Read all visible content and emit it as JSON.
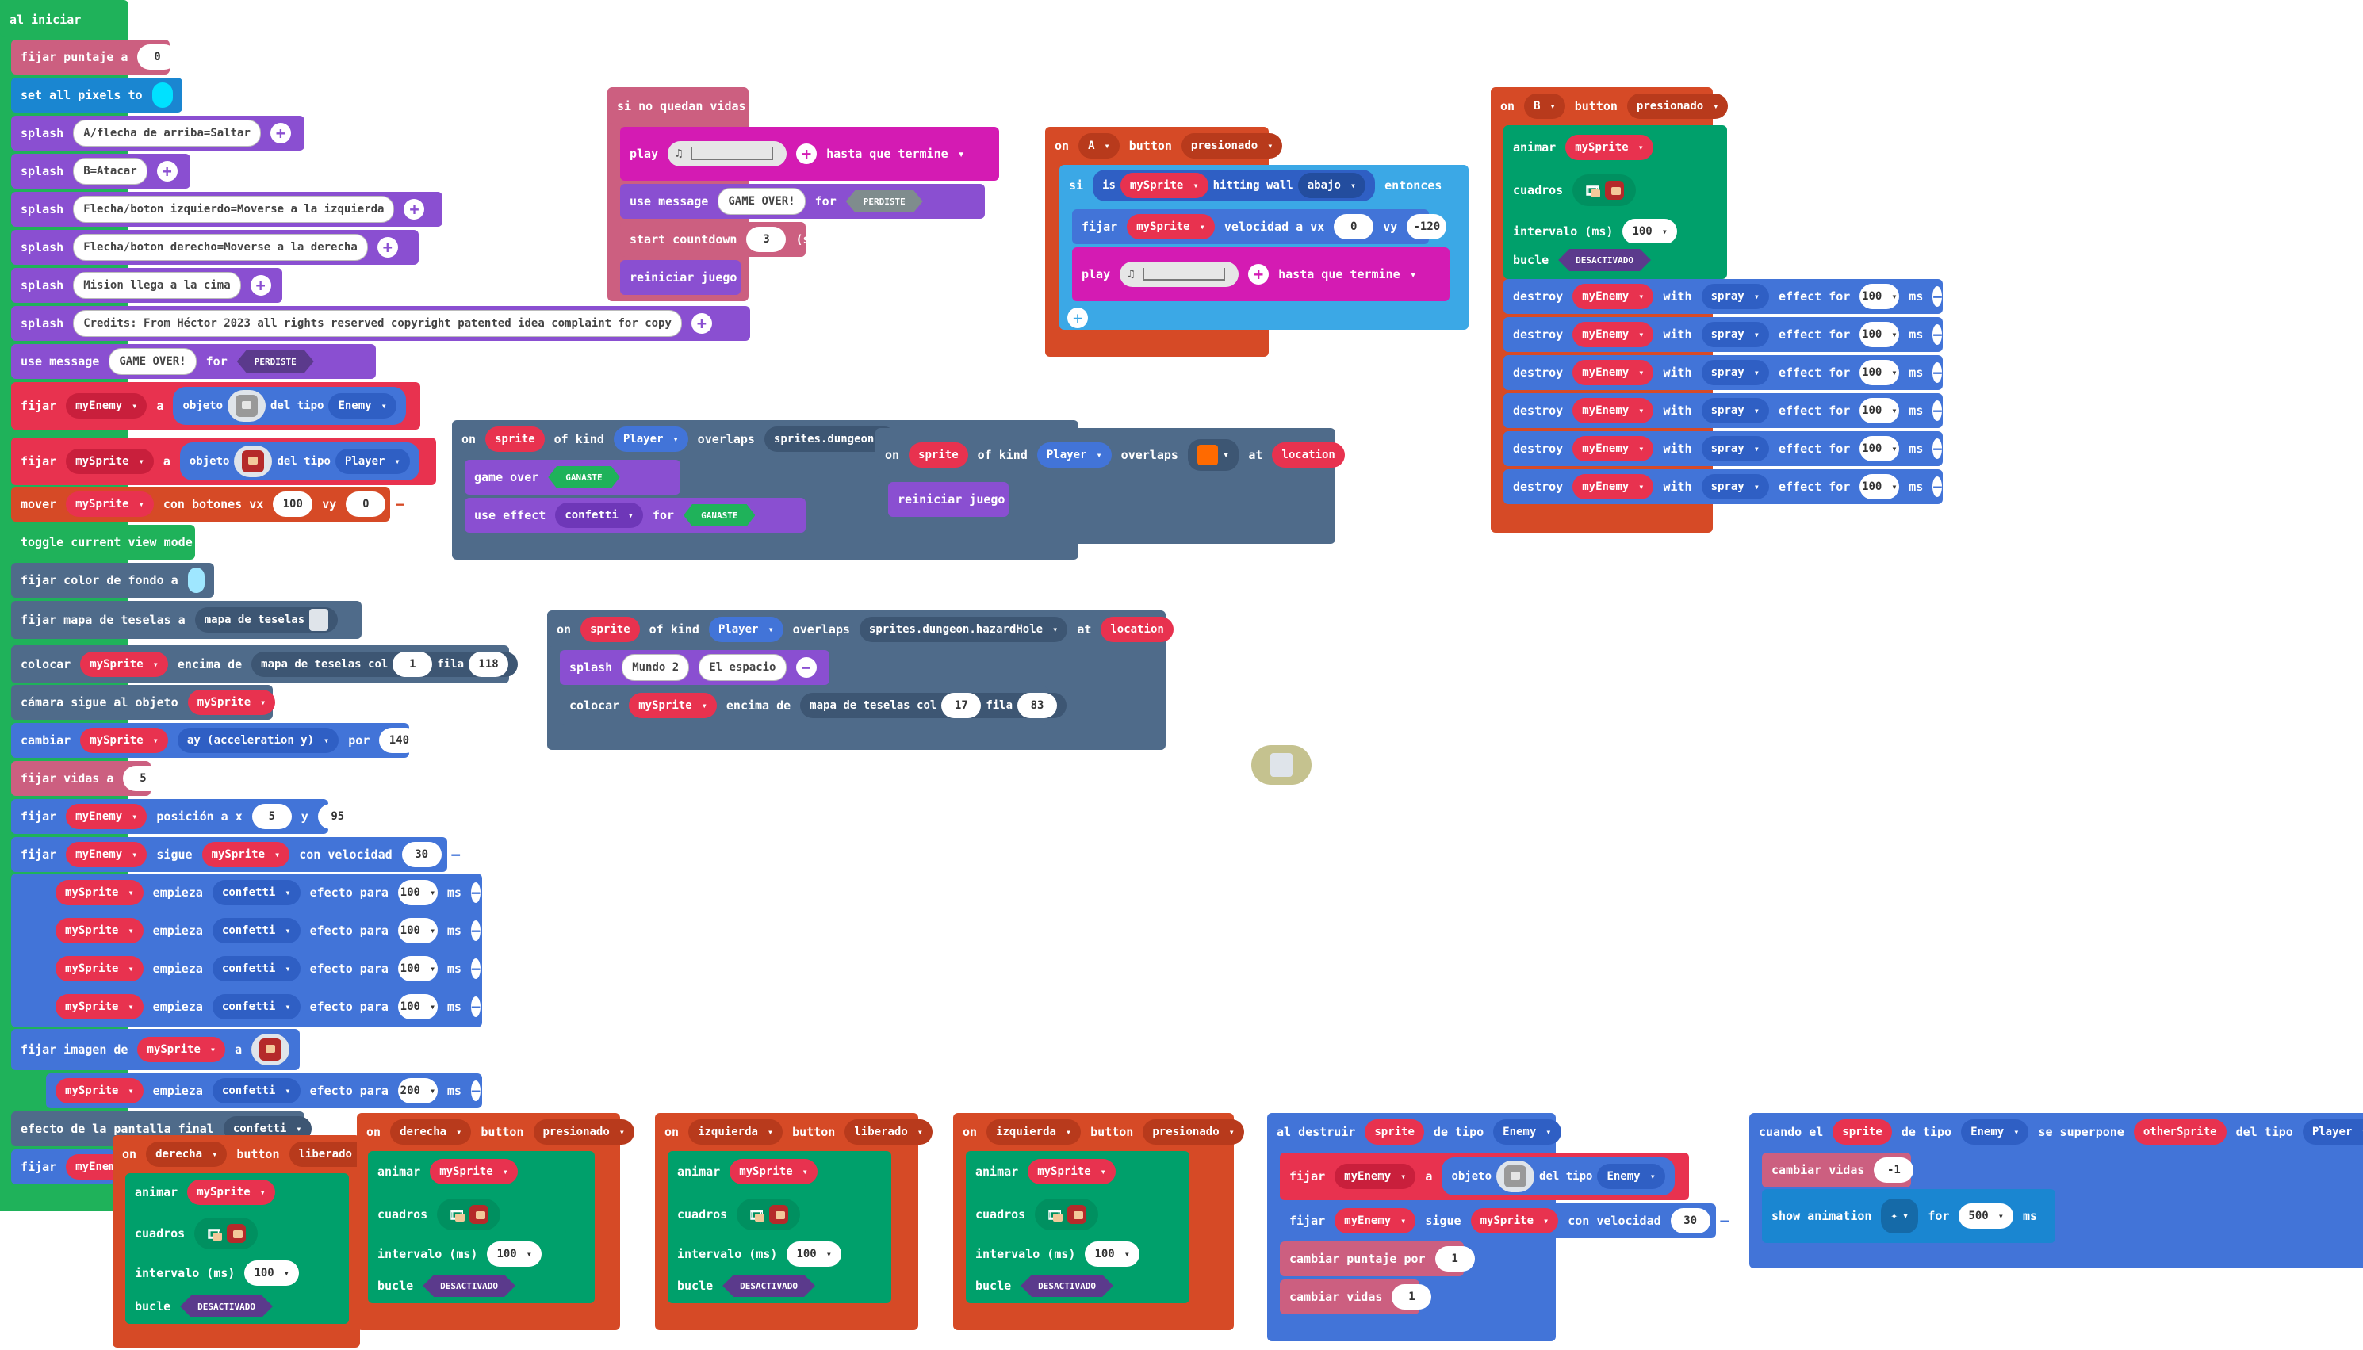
{
  "colors": {
    "green": "#1fb25a",
    "pink": "#cc5f80",
    "blue": "#4274d8",
    "purple": "#8a4fd1",
    "magenta": "#d41bb3",
    "slate": "#4f6b8a",
    "orange": "#d64a26",
    "teal": "#00a06b",
    "sky": "#3ba8e6",
    "cyan": "#00e1ff",
    "lightcyan": "#9fe7ff",
    "darkpurple": "#5b3a8c",
    "gray": "#7f8c8d",
    "gold": "#c5c28f"
  },
  "start": {
    "header": "al iniciar",
    "fijar_puntaje": "fijar puntaje a",
    "puntaje_val": "0",
    "set_pixels": "set all pixels to",
    "splash": "splash",
    "splash1": "A/flecha de arriba=Saltar",
    "splash2": "B=Atacar",
    "splash3": "Flecha/boton izquierdo=Moverse a la izquierda",
    "splash4": "Flecha/boton derecho=Moverse a la derecha",
    "splash5": "Mision llega a la cima",
    "splash6": "Credits: From Héctor 2023 all rights reserved copyright patented idea complaint for copy",
    "use_message": "use message",
    "game_over_msg": "GAME OVER!",
    "for": "for",
    "perdiste": "PERDISTE",
    "fijar": "fijar",
    "a": "a",
    "objeto": "objeto",
    "del_tipo": "del tipo",
    "myEnemy": "myEnemy",
    "mySprite": "mySprite",
    "Enemy": "Enemy",
    "Player": "Player",
    "mover": "mover",
    "con_botones": "con botones vx",
    "vx_val": "100",
    "vy": "vy",
    "vy_val": "0",
    "toggle": "toggle current view mode",
    "fijar_color": "fijar color de fondo a",
    "fijar_mapa": "fijar mapa de teselas a",
    "mapa_teselas": "mapa de teselas",
    "colocar": "colocar",
    "encima": "encima de",
    "mapa_col": "mapa de teselas col",
    "col1": "1",
    "fila": "fila",
    "fila1": "118",
    "camara": "cámara sigue al objeto",
    "cambiar": "cambiar",
    "ay": "ay (acceleration y)",
    "por": "por",
    "por_val": "140",
    "fijar_vidas": "fijar vidas a",
    "vidas_val": "5",
    "posicion": "posición a x",
    "x_val": "5",
    "y": "y",
    "y_val": "95",
    "sigue": "sigue",
    "con_velocidad": "con velocidad",
    "vel_val": "30",
    "empieza": "empieza",
    "confetti": "confetti",
    "efecto_para": "efecto para",
    "ms": "ms",
    "e100": "100",
    "e200": "200",
    "fijar_imagen": "fijar imagen de",
    "efecto_final": "efecto de la pantalla final"
  },
  "novidas": {
    "header": "si no quedan vidas",
    "play": "play",
    "hasta": "hasta que termine",
    "use_message": "use message",
    "msg": "GAME OVER!",
    "for": "for",
    "perdiste": "PERDISTE",
    "start_countdown": "start countdown",
    "cd_val": "3",
    "s": "(s)",
    "reiniciar": "reiniciar juego"
  },
  "onA": {
    "on": "on",
    "btn": "A",
    "button": "button",
    "presionado": "presionado",
    "si": "si",
    "is": "is",
    "mySprite": "mySprite",
    "hitting": "hitting wall",
    "abajo": "abajo",
    "entonces": "entonces",
    "fijar": "fijar",
    "velocidad": "velocidad a vx",
    "vx": "0",
    "vy": "vy",
    "vy_val": "-120",
    "play": "play",
    "hasta": "hasta que termine"
  },
  "onB": {
    "on": "on",
    "btn": "B",
    "button": "button",
    "presionado": "presionado",
    "animar": "animar",
    "mySprite": "mySprite",
    "cuadros": "cuadros",
    "intervalo": "intervalo (ms)",
    "int_val": "100",
    "bucle": "bucle",
    "desactivado": "DESACTIVADO",
    "destroy": "destroy",
    "myEnemy": "myEnemy",
    "with": "with",
    "spray": "spray",
    "effect_for": "effect for",
    "val": "100",
    "ms": "ms"
  },
  "overlapDungeon": {
    "on": "on",
    "sprite": "sprite",
    "of_kind": "of kind",
    "Player": "Player",
    "overlaps": "overlaps",
    "target": "sprites.dungeon.c",
    "game_over": "game over",
    "ganaste": "GANASTE",
    "use_effect": "use effect",
    "confetti": "confetti",
    "for": "for"
  },
  "overlapFire": {
    "on": "on",
    "sprite": "sprite",
    "of_kind": "of kind",
    "Player": "Player",
    "overlaps": "overlaps",
    "at": "at",
    "location": "location",
    "reiniciar": "reiniciar juego"
  },
  "overlapHole": {
    "on": "on",
    "sprite": "sprite",
    "of_kind": "of kind",
    "Player": "Player",
    "overlaps": "overlaps",
    "target": "sprites.dungeon.hazardHole",
    "at": "at",
    "location": "location",
    "splash": "splash",
    "s1": "Mundo 2",
    "s2": "El espacio",
    "colocar": "colocar",
    "mySprite": "mySprite",
    "encima": "encima de",
    "mapa_col": "mapa de teselas col",
    "col": "17",
    "fila": "fila",
    "fila_val": "83"
  },
  "bottom": {
    "on": "on",
    "derecha": "derecha",
    "izquierda": "izquierda",
    "button": "button",
    "liberado": "liberado",
    "presionado": "presionado",
    "animar": "animar",
    "mySprite": "mySprite",
    "cuadros": "cuadros",
    "intervalo": "intervalo (ms)",
    "val": "100",
    "bucle": "bucle",
    "desactivado": "DESACTIVADO",
    "fijar": "fijar",
    "myEnemy": "myEnemy",
    "confetti": "confetti"
  },
  "destroyed": {
    "al_destruir": "al destruir",
    "sprite": "sprite",
    "de_tipo": "de tipo",
    "Enemy": "Enemy",
    "fijar": "fijar",
    "myEnemy": "myEnemy",
    "a": "a",
    "objeto": "objeto",
    "del_tipo": "del tipo",
    "sigue": "sigue",
    "mySprite": "mySprite",
    "con_velocidad": "con velocidad",
    "vel": "30",
    "cambiar_puntaje": "cambiar puntaje por",
    "p1": "1",
    "cambiar_vidas": "cambiar vidas",
    "v1": "1"
  },
  "enemyOverlap": {
    "cuando": "cuando el",
    "sprite": "sprite",
    "de_tipo": "de tipo",
    "Enemy": "Enemy",
    "se_superpone": "se superpone",
    "otherSprite": "otherSprite",
    "del_tipo": "del tipo",
    "Player": "Player",
    "cambiar_vidas": "cambiar vidas",
    "v": "-1",
    "show": "show animation",
    "for": "for",
    "val": "500",
    "ms": "ms"
  }
}
